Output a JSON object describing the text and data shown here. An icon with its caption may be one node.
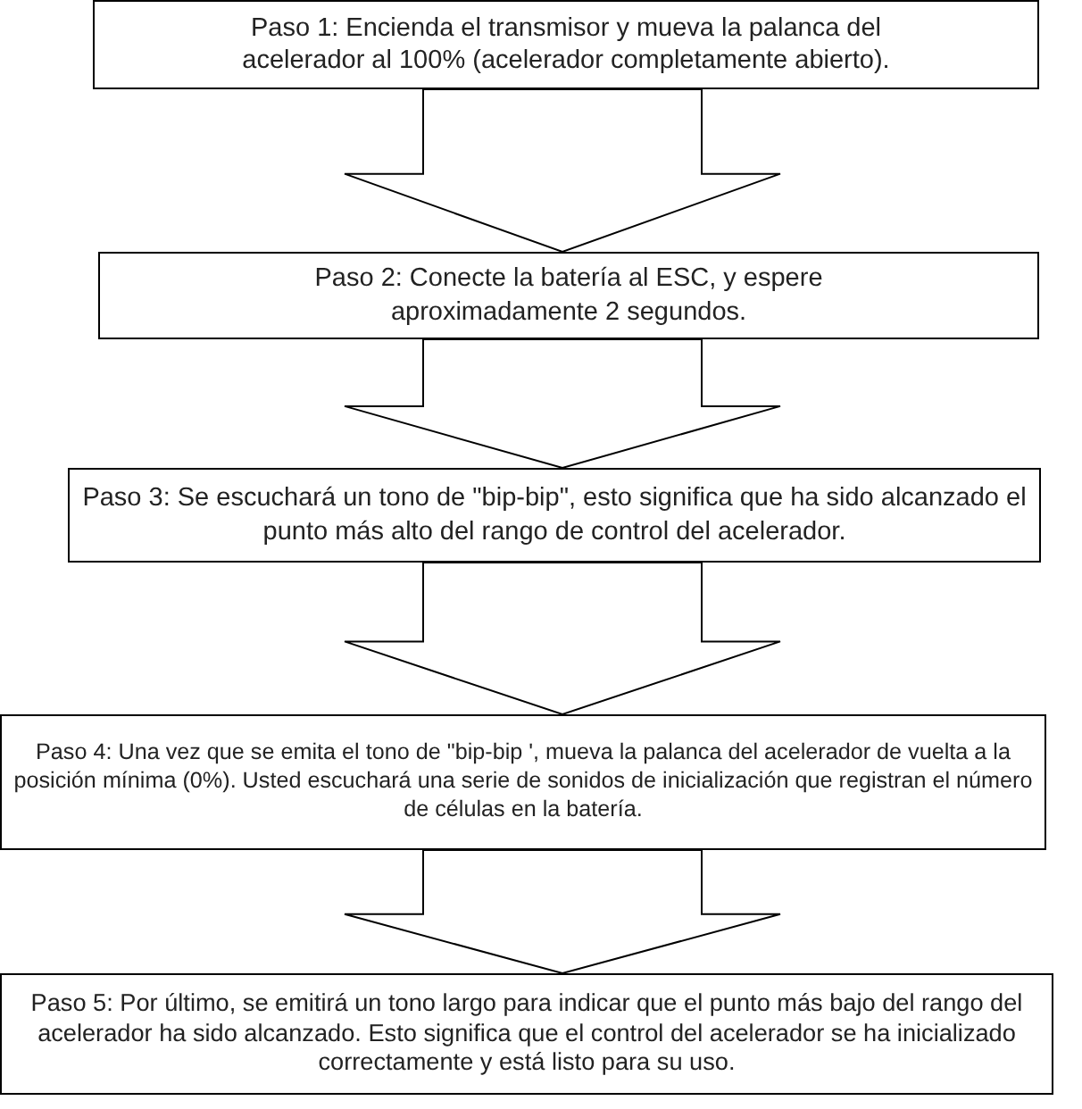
{
  "diagram": {
    "nodes": [
      {
        "text": [
          "Paso 1: Encienda el transmisor y mueva la palanca del acelerador al 100% (acelerador completamente abierto)."
        ]
      },
      {
        "text": [
          "Paso 2: Conecte la batería al ESC, y espere aproximadamente 2 segundos."
        ]
      },
      {
        "text": [
          "Paso 3: Se escuchará un tono de \"bip-bip\", esto significa que ha sido alcanzado el punto más alto del rango de control del acelerador."
        ]
      },
      {
        "text": [
          "Paso 4: Una vez que se emita el tono de \"bip-bip ', mueva la palanca del acelerador de vuelta a la posición mínima (0%). Usted escuchará una serie de sonidos de inicialización que registran el número de células en la batería."
        ]
      },
      {
        "text": [
          "Paso 5: Por último, se emitirá un tono largo para indicar que el punto más bajo del rango del acelerador ha sido alcanzado. Esto significa que el control del acelerador se ha inicializado correctamente y está listo para su uso."
        ]
      }
    ],
    "edges": [
      {
        "from": 0,
        "to": 1,
        "arrow": "to"
      },
      {
        "from": 1,
        "to": 2,
        "arrow": "to"
      },
      {
        "from": 2,
        "to": 3,
        "arrow": "to"
      },
      {
        "from": 3,
        "to": 4,
        "arrow": "to"
      }
    ]
  }
}
